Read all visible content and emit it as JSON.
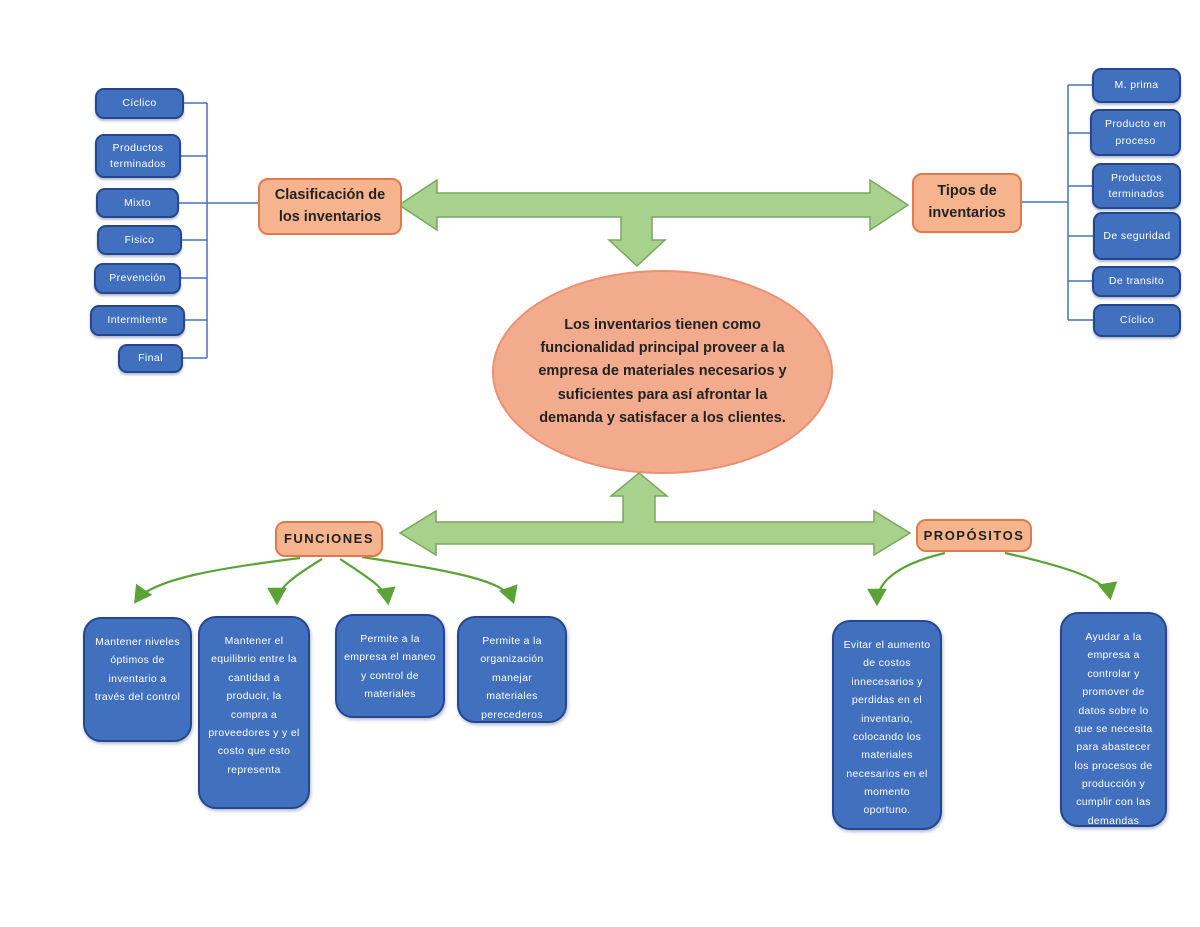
{
  "colors": {
    "blue_fill": "#4170BE",
    "blue_border": "#24478F",
    "salmon_fill": "#F6B48E",
    "salmon_border": "#E2794E",
    "ellipse_fill": "#F3AB8D",
    "green_arrow_fill": "#A9D18E",
    "green_arrow_border": "#76A95B",
    "curve_arrow_green": "#5BA336",
    "connector_blue": "#4472C4"
  },
  "center": {
    "text": "Los inventarios tienen como funcionalidad principal proveer a la empresa de materiales necesarios y suficientes para así afrontar la demanda y satisfacer a los clientes."
  },
  "classification": {
    "label": "Clasificación de los inventarios",
    "items": [
      {
        "label": "Cíclico"
      },
      {
        "label": "Productos terminados"
      },
      {
        "label": "Mixto"
      },
      {
        "label": "Fisico"
      },
      {
        "label": "Prevención"
      },
      {
        "label": "Intermitente"
      },
      {
        "label": "Final"
      }
    ]
  },
  "types": {
    "label": "Tipos de inventarios",
    "items": [
      {
        "label": "M. prima"
      },
      {
        "label": "Producto en proceso"
      },
      {
        "label": "Productos terminados"
      },
      {
        "label": "De seguridad"
      },
      {
        "label": "De transito"
      },
      {
        "label": "Cíclico"
      }
    ]
  },
  "functions": {
    "label": "FUNCIONES",
    "cards": [
      {
        "text": "Mantener niveles óptimos de inventario a través del control"
      },
      {
        "text": "Mantener el equilibrio entre la cantidad a producir, la compra a proveedores y y el costo que esto representa"
      },
      {
        "text": "Permite a la empresa el maneo y control de materiales"
      },
      {
        "text": "Permite a la organización manejar materiales perecederos"
      }
    ]
  },
  "purposes": {
    "label": "PROPÓSITOS",
    "cards": [
      {
        "text": "Evitar el aumento de costos innecesarios y perdidas en el inventario, colocando los materiales necesarios en el momento oportuno."
      },
      {
        "text": "Ayudar a la empresa a controlar y promover de datos sobre lo que se necesita para abastecer los procesos de producción y cumplir con las demandas"
      }
    ]
  }
}
